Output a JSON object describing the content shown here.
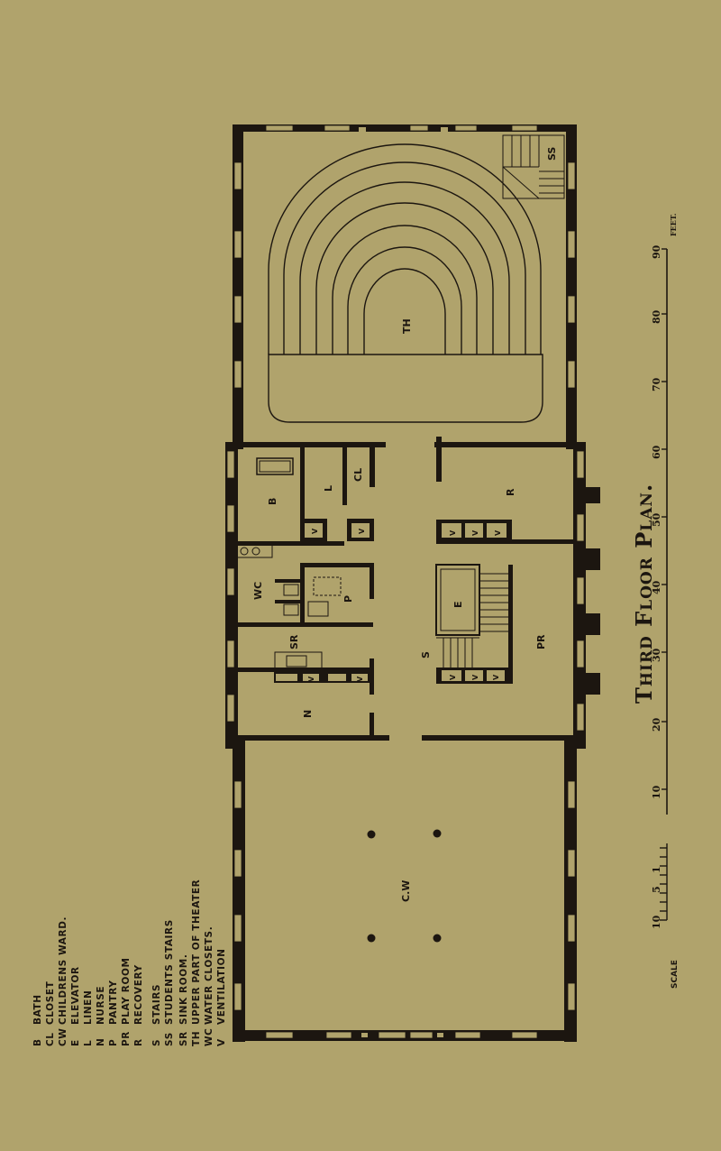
{
  "title": "Third Floor Plan.",
  "legend": [
    {
      "code": "B",
      "label": "BATH"
    },
    {
      "code": "CL",
      "label": "CLOSET"
    },
    {
      "code": "CW",
      "label": "CHILDRENS WARD."
    },
    {
      "code": "E",
      "label": "ELEVATOR"
    },
    {
      "code": "L",
      "label": "LINEN"
    },
    {
      "code": "N",
      "label": "NURSE"
    },
    {
      "code": "P",
      "label": "PANTRY"
    },
    {
      "code": "PR",
      "label": "PLAY ROOM"
    },
    {
      "code": "R",
      "label": "RECOVERY"
    },
    {
      "code": "S",
      "label": "STAIRS"
    },
    {
      "code": "SS",
      "label": "STUDENTS STAIRS"
    },
    {
      "code": "SR",
      "label": "SINK ROOM."
    },
    {
      "code": "TH",
      "label": "UPPER PART OF THEATER"
    },
    {
      "code": "WC",
      "label": "WATER CLOSETS."
    },
    {
      "code": "V",
      "label": "VENTILATION"
    }
  ],
  "rooms": {
    "theater": "TH",
    "students_stairs": "SS",
    "bath": "B",
    "linen": "L",
    "closet": "CL",
    "water_closets": "WC",
    "pantry": "P",
    "sink_room": "SR",
    "nurse": "N",
    "recovery": "R",
    "elevator": "E",
    "stairs": "S",
    "play_room": "PR",
    "childrens_ward": "C.W",
    "ventilation": "V"
  },
  "scale": {
    "label": "SCALE",
    "small_ticks": [
      "10",
      "5",
      "1"
    ],
    "ticks": [
      "10",
      "20",
      "30",
      "40",
      "50",
      "60",
      "70",
      "80",
      "90"
    ],
    "unit": "FEET."
  },
  "colors": {
    "paper": "#b0a36c",
    "ink": "#1c1610"
  }
}
